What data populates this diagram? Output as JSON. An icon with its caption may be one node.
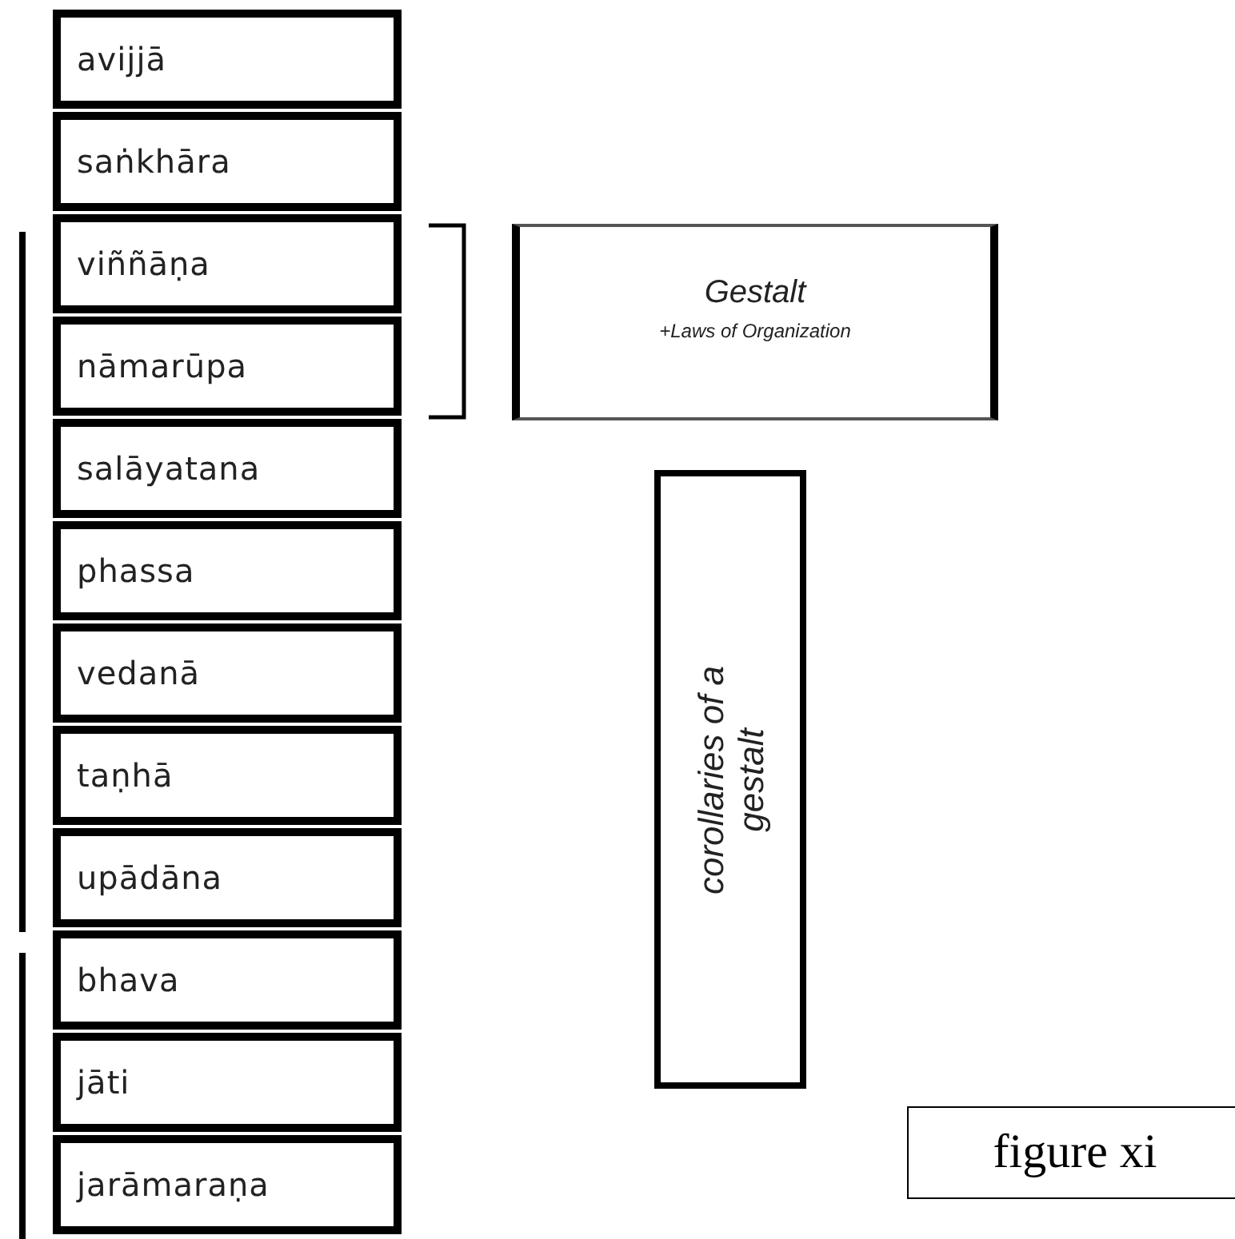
{
  "diagram": {
    "nodes": [
      {
        "text": [
          "avijjā"
        ]
      },
      {
        "text": [
          "saṅkhāra"
        ]
      },
      {
        "text": [
          "viññāṇa"
        ]
      },
      {
        "text": [
          "nāmarūpa"
        ]
      },
      {
        "text": [
          "salāyatana"
        ]
      },
      {
        "text": [
          "phassa"
        ]
      },
      {
        "text": [
          "vedanā"
        ]
      },
      {
        "text": [
          "taṇhā"
        ]
      },
      {
        "text": [
          "upādāna"
        ]
      },
      {
        "text": [
          "bhava"
        ]
      },
      {
        "text": [
          "jāti"
        ]
      },
      {
        "text": [
          "jarāmaraṇa"
        ]
      },
      {
        "text": [
          "Gestalt",
          "+Laws of Organization"
        ]
      },
      {
        "text": [
          "corollaries of a gestalt"
        ]
      },
      {
        "text": [
          "figure xi"
        ]
      }
    ],
    "edges": []
  }
}
